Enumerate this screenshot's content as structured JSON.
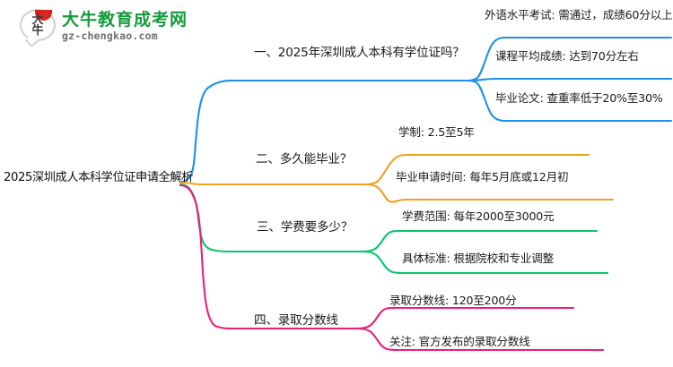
{
  "logo": {
    "mark_char_1": "大",
    "mark_char_2": "牛",
    "title": "大牛教育成考网",
    "subtitle": "gz-chengkao.com",
    "title_color": "#169b3b",
    "accent_color": "#d9241f"
  },
  "mindmap": {
    "root": "2025深圳成人本科学位证申请全解析",
    "branches": [
      {
        "label": "一、2025年深圳成人本科有学位证吗？",
        "color": "#1e90e8",
        "children": [
          "外语水平考试: 需通过，成绩60分以上",
          "课程平均成绩: 达到70分左右",
          "毕业论文: 查重率低于20%至30%"
        ]
      },
      {
        "label": "二、多久能毕业？",
        "color": "#f0a020",
        "children": [
          "学制: 2.5至5年",
          "毕业申请时间: 每年5月底或12月初"
        ]
      },
      {
        "label": "三、学费要多少？",
        "color": "#0fc46b",
        "children": [
          "学费范围: 每年2000至3000元",
          "具体标准: 根据院校和专业调整"
        ]
      },
      {
        "label": "四、录取分数线",
        "color": "#ed1e79",
        "children": [
          "录取分数线: 120至200分",
          "关注: 官方发布的录取分数线"
        ]
      }
    ]
  }
}
